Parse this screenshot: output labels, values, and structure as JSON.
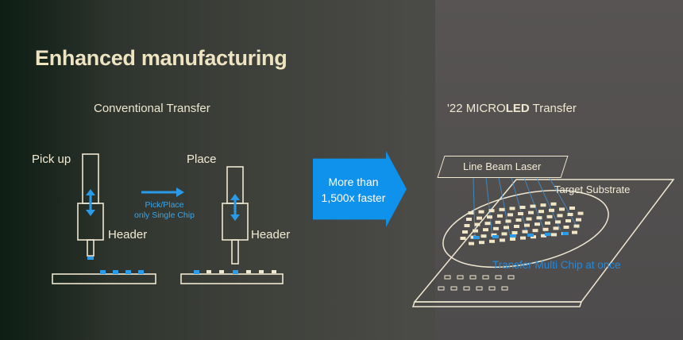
{
  "title": "Enhanced manufacturing",
  "conventional": {
    "heading": "Conventional Transfer",
    "pick_label": "Pick up",
    "place_label": "Place",
    "header_label_1": "Header",
    "header_label_2": "Header",
    "arrow_caption_line1": "Pick/Place",
    "arrow_caption_line2": "only Single Chip"
  },
  "comparison": {
    "line1": "More than",
    "line2": "1,500x faster",
    "color": "#0f92ec"
  },
  "micro_led": {
    "heading_prefix": "'22 MICRO",
    "heading_bold": "LED",
    "heading_suffix": " Transfer",
    "laser_label": "Line Beam Laser",
    "substrate_label": "Target Substrate",
    "transfer_note": "Transfer Multi Chip at once"
  },
  "colors": {
    "line": "#efe7cf",
    "accent_blue": "#2a9be8"
  }
}
